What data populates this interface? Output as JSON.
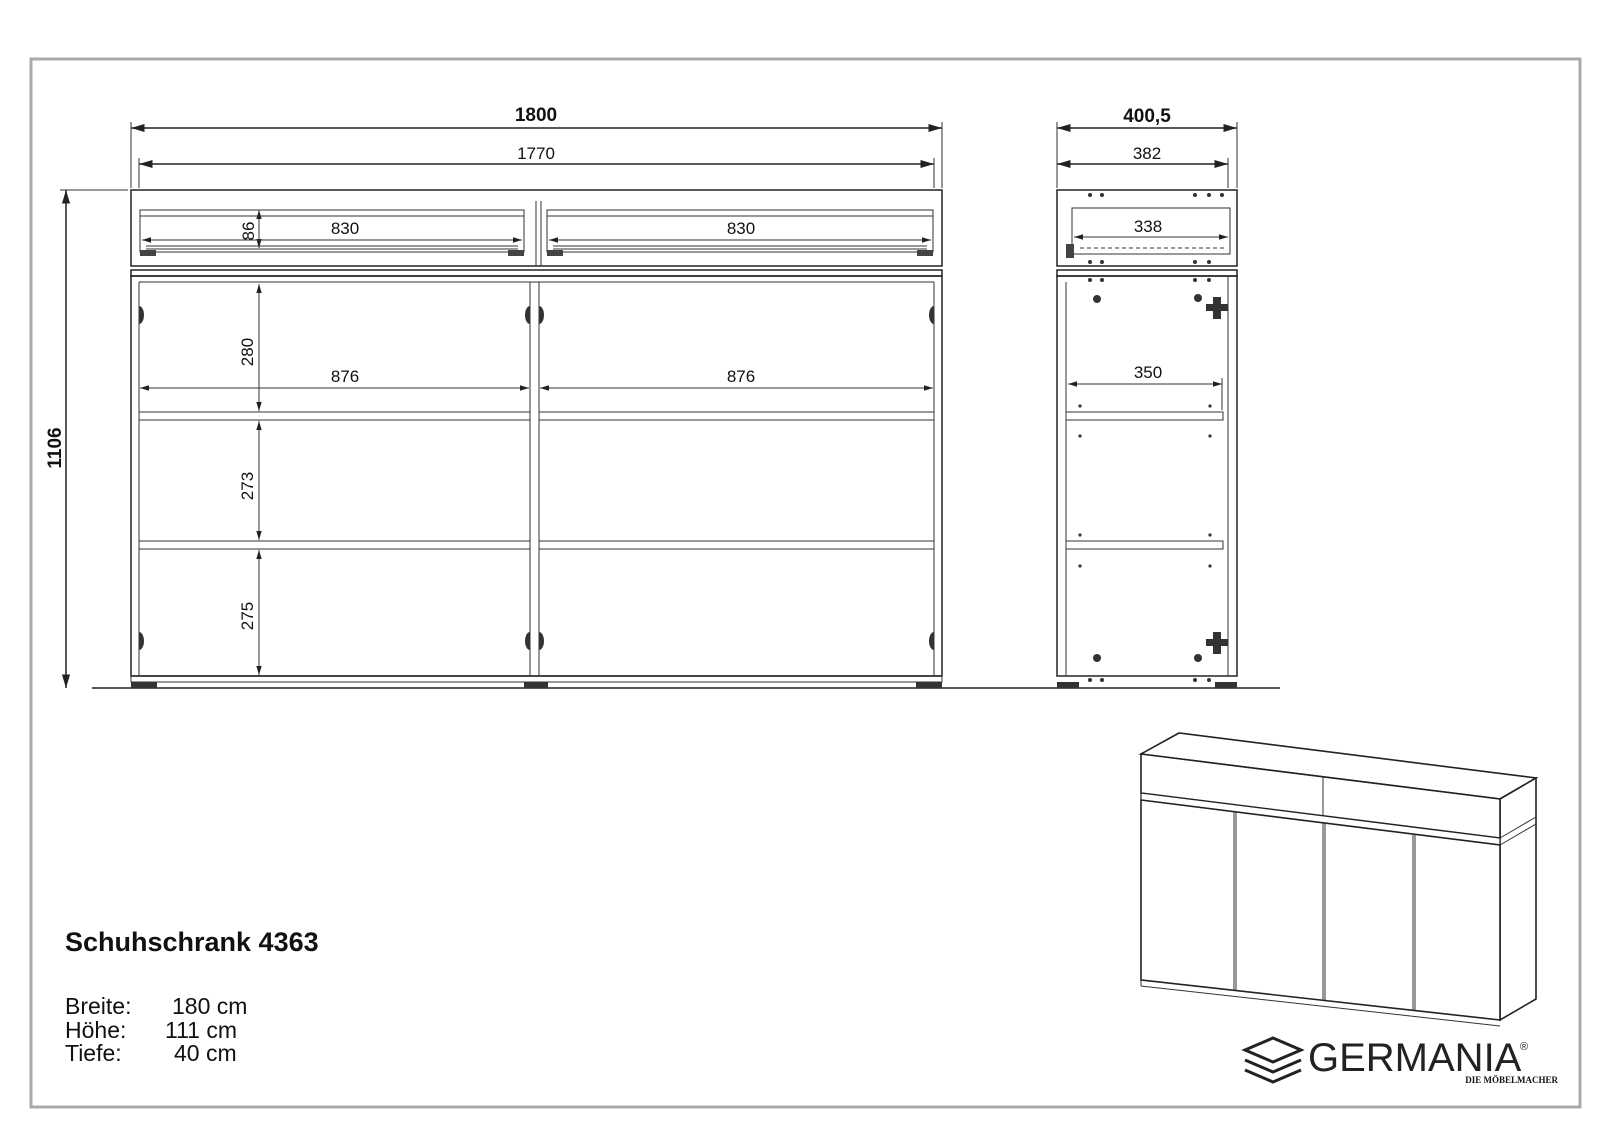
{
  "front_view": {
    "overall_width": "1800",
    "inner_width": "1770",
    "overall_height": "1106",
    "drawer_width_left": "830",
    "drawer_width_right": "830",
    "drawer_height": "86",
    "compartment_width_left": "876",
    "compartment_width_right": "876",
    "upper_compartment_height": "280",
    "middle_compartment_height": "273",
    "lower_compartment_height": "275"
  },
  "side_view": {
    "overall_depth": "400,5",
    "inner_depth": "382",
    "drawer_depth": "338",
    "shelf_depth": "350"
  },
  "product": {
    "title": "Schuhschrank 4363",
    "specs": [
      {
        "label": "Breite:",
        "value": "180 cm"
      },
      {
        "label": "Höhe:",
        "value": "111 cm"
      },
      {
        "label": "Tiefe:",
        "value": "40 cm"
      }
    ]
  },
  "brand": {
    "name": "GERMANIA",
    "registered": "®",
    "tagline": "DIE MÖBELMACHER",
    "logo_icon": "stacked-layers-icon"
  }
}
